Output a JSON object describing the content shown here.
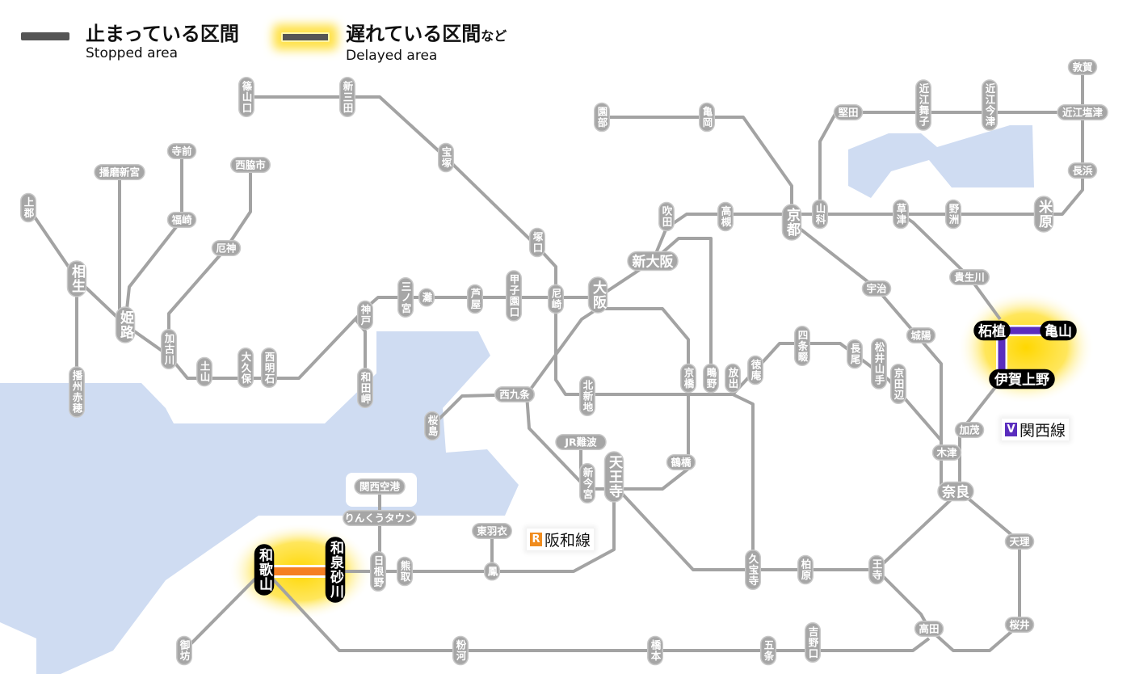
{
  "legend": {
    "stopped": {
      "jp": "止まっている区間",
      "en": "Stopped area",
      "color": "#555555"
    },
    "delayed": {
      "jp": "遅れている区間",
      "jp_suffix": "など",
      "en": "Delayed area",
      "color": "#555555",
      "glow": "#ffd700"
    }
  },
  "routes": [
    {
      "badge": "R",
      "name": "阪和線",
      "color": "#f08c1e"
    },
    {
      "badge": "V",
      "name": "関西線",
      "color": "#5a2dbe"
    }
  ],
  "colors": {
    "line": "#a3a3a3",
    "station": "#a6a6a6",
    "water": "#cfdcf2",
    "affected_station": "#000000",
    "hanwa_delay": "#f57f22",
    "kansai_delay": "#5a2dbe"
  },
  "stations": [
    "篠山口",
    "新三田",
    "宝塚",
    "塚口",
    "尼崎",
    "甲子園口",
    "芦屋",
    "灘",
    "三ノ宮",
    "神戸",
    "和田岬",
    "西明石",
    "大久保",
    "土山",
    "加古川",
    "厄神",
    "西脇市",
    "寺前",
    "福崎",
    "播磨新宮",
    "姫路",
    "相生",
    "上郡",
    "播州赤穂",
    "大阪",
    "新大阪",
    "吹田",
    "高槻",
    "京都",
    "山科",
    "園部",
    "亀岡",
    "堅田",
    "近江舞子",
    "近江今津",
    "近江塩津",
    "敦賀",
    "長浜",
    "米原",
    "野洲",
    "草津",
    "宇治",
    "城陽",
    "貴生川",
    "柘植",
    "亀山",
    "伊賀上野",
    "加茂",
    "木津",
    "奈良",
    "京田辺",
    "松井山手",
    "長尾",
    "四条畷",
    "徳庵",
    "放出",
    "鴫野",
    "京橋",
    "北新地",
    "西九条",
    "桜島",
    "JR難波",
    "新今宮",
    "天王寺",
    "鶴橋",
    "関西空港",
    "りんくうタウン",
    "日根野",
    "熊取",
    "東羽衣",
    "鳳",
    "和泉砂川",
    "和歌山",
    "御坊",
    "粉河",
    "橋本",
    "五条",
    "吉野口",
    "高田",
    "王寺",
    "柏原",
    "久宝寺",
    "天理",
    "桜井"
  ]
}
